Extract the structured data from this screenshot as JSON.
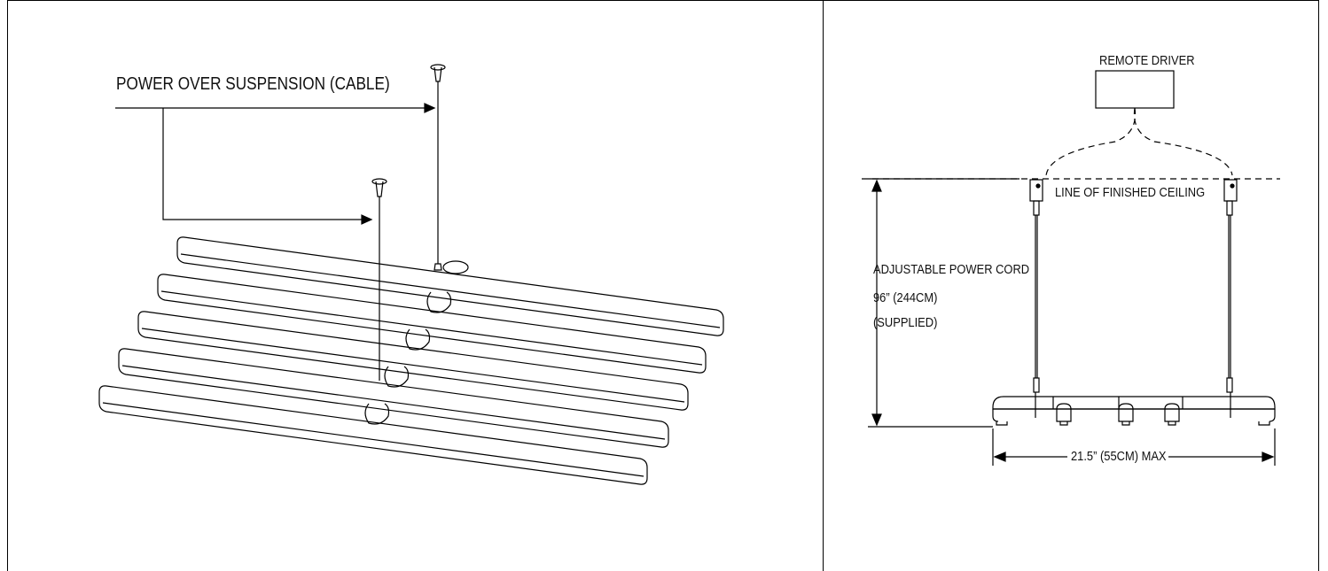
{
  "left_panel": {
    "label_power_over_suspension": "POWER OVER SUSPENSION (CABLE)"
  },
  "right_panel": {
    "label_remote_driver": "REMOTE DRIVER",
    "label_ceiling": "LINE OF FINISHED CEILING",
    "label_cord_line1": "ADJUSTABLE POWER CORD",
    "label_cord_line2": "96” (244CM)",
    "label_cord_line3": "(SUPPLIED)",
    "label_width": "21.5” (55CM) MAX"
  }
}
